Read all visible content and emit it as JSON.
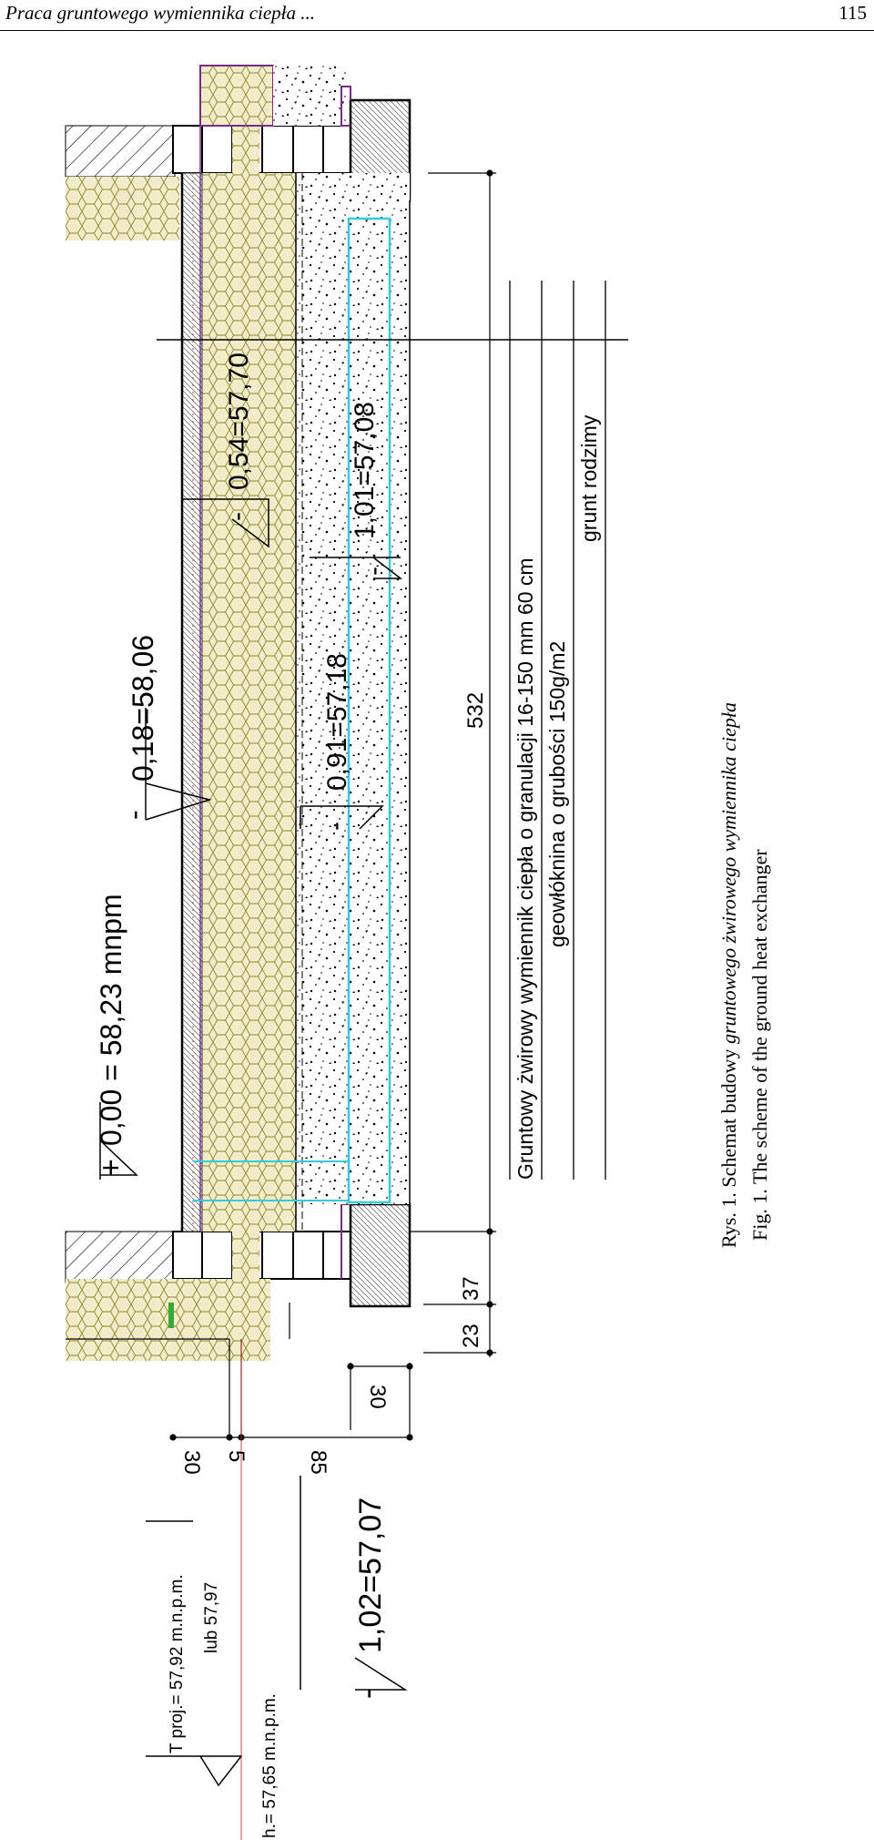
{
  "header": {
    "running_title": "Praca gruntowego wymiennika ciepła ...",
    "page_number": "115"
  },
  "figure": {
    "labels": {
      "level_zero": "0,00 = 58,23 mnpm",
      "level_018": "0,18=58,06",
      "level_054": "0,54=57,70",
      "level_091": "0,91=57,18",
      "level_101": "1,01=57,08",
      "level_102": "1,02=57,07",
      "t_proj": "T proj.= 57,92 m.n.p.m.",
      "t_proj_alt": "lub 57,97",
      "t_ist": "h.= 57,65 m.n.p.m.",
      "sign_plus": "+",
      "sign_minus": "-"
    },
    "dimensions": {
      "length": "532",
      "d23": "23",
      "d37": "37",
      "d30_top": "30",
      "d30": "30",
      "d5": "5",
      "d85": "85"
    },
    "legend": [
      "Gruntowy żwirowy wymiennik ciepła o granulacji 16-150 mm 60 cm",
      "geowłóknina o grubości 150g/m2",
      "grunt rodzimy"
    ]
  },
  "caption": {
    "pl_prefix": "Rys. 1. Schemat budowy ",
    "pl_italic": "gruntowego żwirowego wymiennika ciepła",
    "en": "Fig. 1. The scheme of the ground heat exchanger"
  },
  "colors": {
    "gravel_fill": "#f2eccb",
    "gravel_line": "#8a8a2a",
    "pipe": "#33ccdd",
    "wall": "#7a2a8a",
    "red_line": "#cc3333"
  }
}
